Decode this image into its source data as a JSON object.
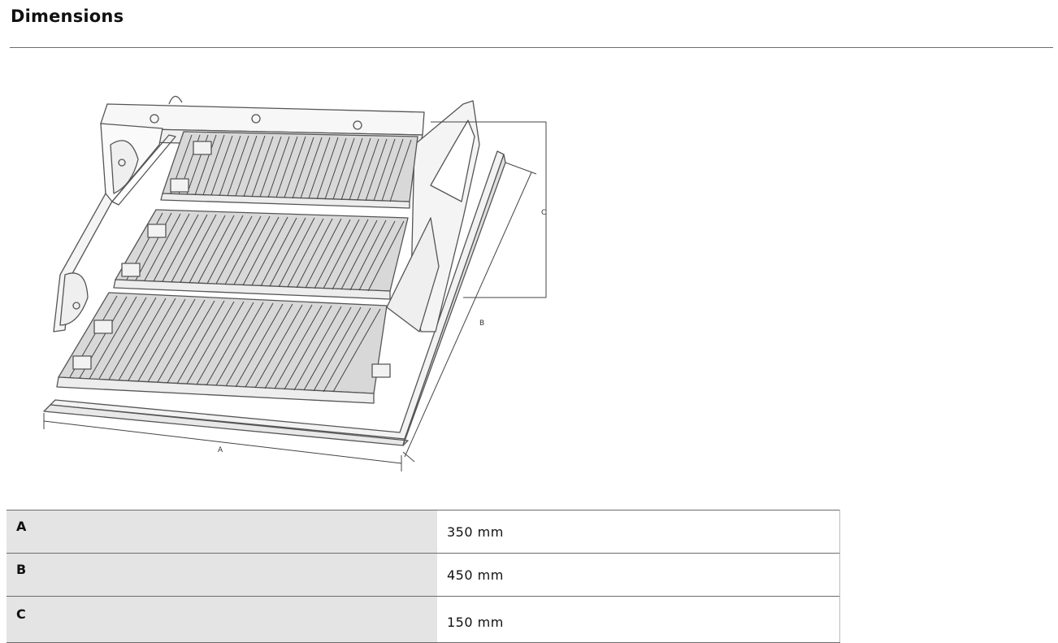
{
  "page": {
    "title": "Dimensions"
  },
  "drawing": {
    "dimension_labels": {
      "a": "A",
      "b": "B",
      "c": "C"
    }
  },
  "dimensions_table": [
    {
      "label": "A",
      "value": "350 mm"
    },
    {
      "label": "B",
      "value": "450 mm"
    },
    {
      "label": "C",
      "value": "150 mm"
    }
  ]
}
